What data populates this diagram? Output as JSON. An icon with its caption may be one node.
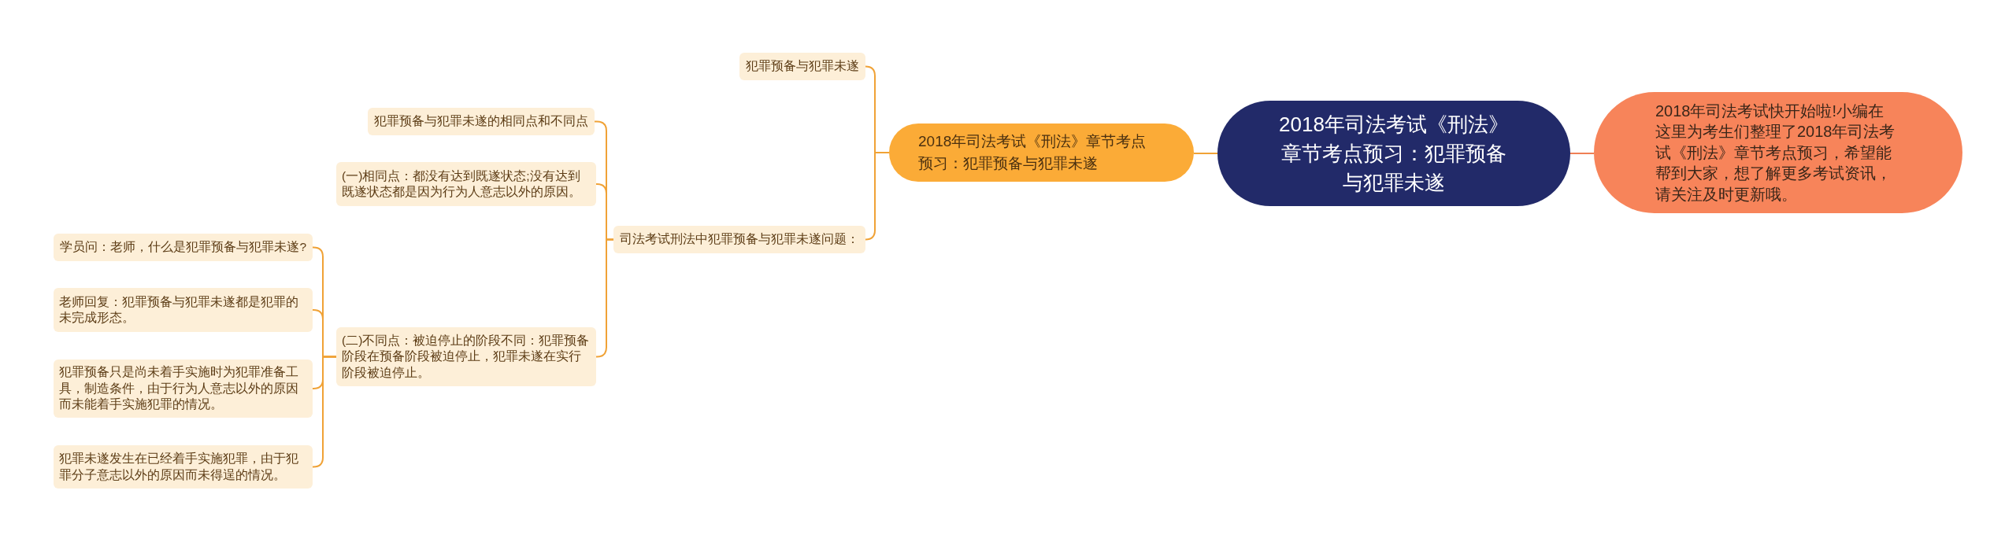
{
  "diagram": {
    "nodes": [
      {
        "text": [
          "2018年司法考试《刑法》章节考点预习：犯罪预备与犯罪未遂"
        ]
      },
      {
        "text": [
          "2018年司法考试快开始啦!小编在这里为考生们整理了2018年司法考试《刑法》章节考点预习，希望能帮到大家，想了解更多考试资讯，请关注及时更新哦。"
        ]
      },
      {
        "text": [
          "2018年司法考试《刑法》章节考点预习：犯罪预备与犯罪未遂"
        ]
      },
      {
        "text": [
          "犯罪预备与犯罪未遂"
        ]
      },
      {
        "text": [
          "司法考试刑法中犯罪预备与犯罪未遂问题："
        ]
      },
      {
        "text": [
          "犯罪预备与犯罪未遂的相同点和不同点"
        ]
      },
      {
        "text": [
          "(一)相同点：都没有达到既遂状态;没有达到既遂状态都是因为行为人意志以外的原因。"
        ]
      },
      {
        "text": [
          "(二)不同点：被迫停止的阶段不同：犯罪预备阶段在预备阶段被迫停止，犯罪未遂在实行阶段被迫停止。"
        ]
      },
      {
        "text": [
          "学员问：老师，什么是犯罪预备与犯罪未遂?"
        ]
      },
      {
        "text": [
          "老师回复：犯罪预备与犯罪未遂都是犯罪的未完成形态。"
        ]
      },
      {
        "text": [
          "犯罪预备只是尚未着手实施时为犯罪准备工具，制造条件，由于行为人意志以外的原因而未能着手实施犯罪的情况。"
        ]
      },
      {
        "text": [
          "犯罪未遂发生在已经着手实施犯罪，由于犯罪分子意志以外的原因而未得逞的情况。"
        ]
      }
    ],
    "edges": [
      {
        "from": 0,
        "to": 1,
        "arrow": "none",
        "color": "#ef7f55"
      },
      {
        "from": 0,
        "to": 2,
        "arrow": "none"
      },
      {
        "from": 2,
        "to": 3,
        "arrow": "none"
      },
      {
        "from": 2,
        "to": 4,
        "arrow": "none"
      },
      {
        "from": 4,
        "to": 5,
        "arrow": "none"
      },
      {
        "from": 4,
        "to": 6,
        "arrow": "none"
      },
      {
        "from": 4,
        "to": 7,
        "arrow": "none"
      },
      {
        "from": 7,
        "to": 8,
        "arrow": "none"
      },
      {
        "from": 7,
        "to": 9,
        "arrow": "none"
      },
      {
        "from": 7,
        "to": 10,
        "arrow": "none"
      },
      {
        "from": 7,
        "to": 11,
        "arrow": "none"
      }
    ]
  }
}
